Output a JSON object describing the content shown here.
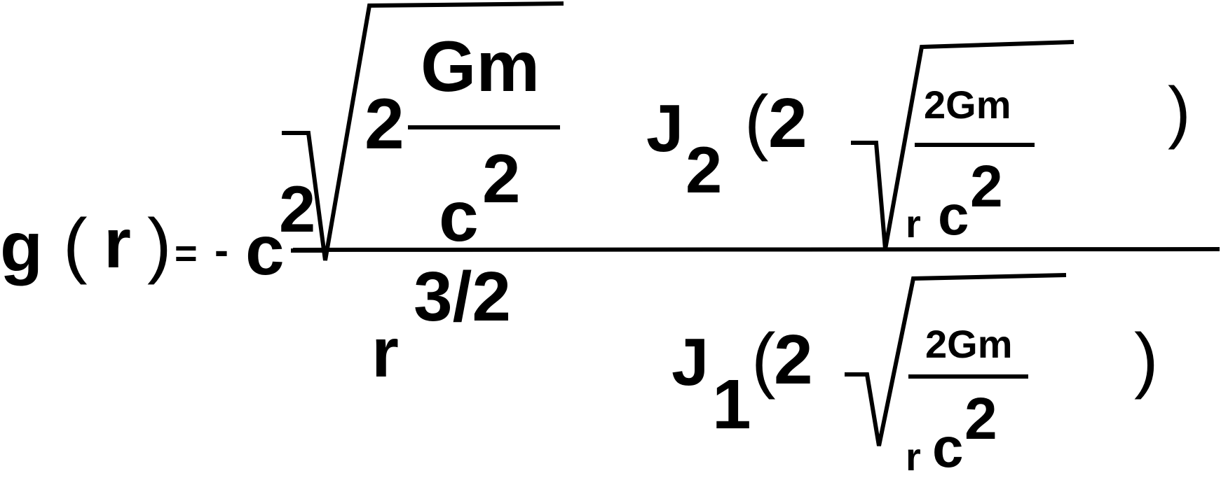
{
  "equation": {
    "lhs": {
      "g": "g",
      "open_paren": "(",
      "r": "r",
      "close_paren": ")",
      "equals": "=",
      "minus": "-",
      "c": "c",
      "c_exponent": "2"
    },
    "numerator": {
      "radical_coefficient": "2",
      "inner_numerator": "Gm",
      "inner_denominator_base": "c",
      "inner_denominator_exponent": "2",
      "bessel_function": "J",
      "bessel_order": "2",
      "bessel_open_paren": "(",
      "bessel_coefficient": "2",
      "arg_numerator": "2Gm",
      "arg_denominator_r": "r",
      "arg_denominator_c": "c",
      "arg_denominator_exponent": "2",
      "bessel_close_paren": ")"
    },
    "denominator": {
      "r": "r",
      "r_exponent": "3/2",
      "bessel_function": "J",
      "bessel_order": "1",
      "bessel_open_paren": "(",
      "bessel_coefficient": "2",
      "arg_numerator": "2Gm",
      "arg_denominator_r": "r",
      "arg_denominator_c": "c",
      "arg_denominator_exponent": "2",
      "bessel_close_paren": ")"
    }
  }
}
